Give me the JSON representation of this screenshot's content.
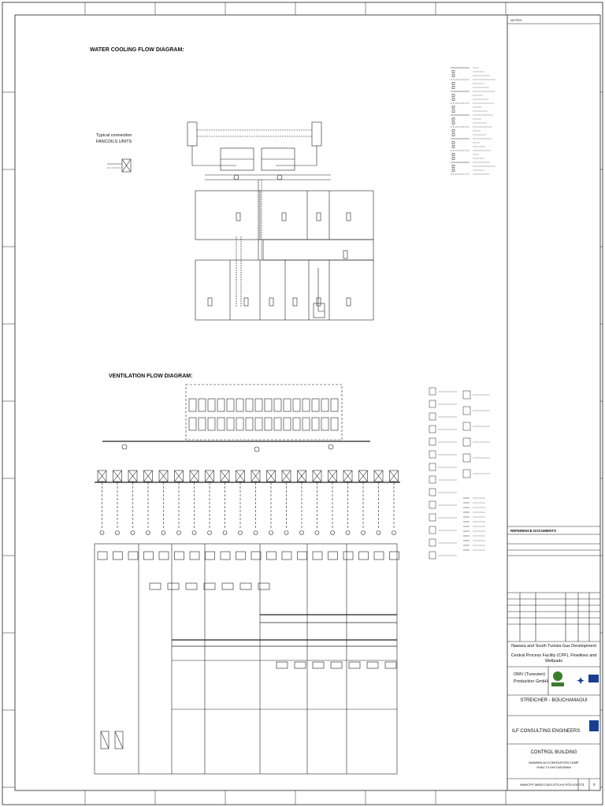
{
  "diagram": {
    "water_cooling_title": "WATER COOLING FLOW DIAGRAM:",
    "typical_connection_line1": "Typical connection",
    "typical_connection_line2": "FANCOILS UNITS",
    "ventilation_title": "VENTILATION FLOW DIAGRAM:"
  },
  "title_block": {
    "notes_header": "NOTES:",
    "reference_documents": "REFERENCE DOCUMENTS",
    "project_line1": "Nawara and South Tunisia Gas Development",
    "project_line2": "Central Process Facility (CPF), Flowlines and Wellpads",
    "client_line1": "OMV (Tunesien)",
    "client_line2": "Production GmbH",
    "contractor": "STREICHER - BOUCHAMAOUI",
    "engineer": "ILF CONSULTING ENGINEERS",
    "building": "CONTROL BUILDING",
    "sub_title_1": "NAWARA ACCOMODATION CAMP",
    "sub_title_2": "HVAC FLOW DIAGRAM",
    "document_number": "NAWCPF-56000-CA01-RT0-HV-PFD-001TS",
    "sheet": "1",
    "revision": "0",
    "logos": [
      "Bouchamaoui",
      "OMV",
      "ILF"
    ]
  },
  "colors": {
    "line": "#111111",
    "background": "#ffffff",
    "omv_blue": "#1a3f8f",
    "green": "#3a7d2a"
  }
}
